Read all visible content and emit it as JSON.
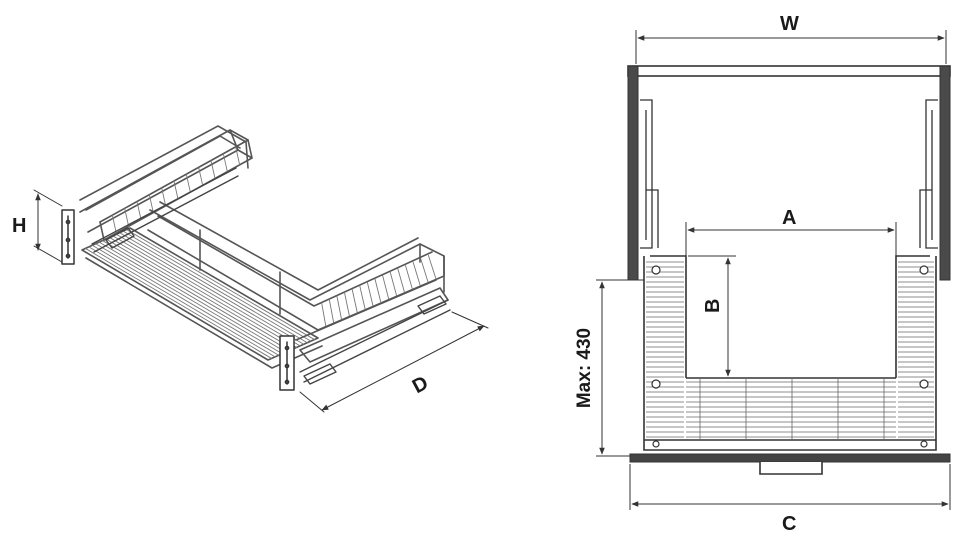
{
  "labels": {
    "H": "H",
    "D": "D",
    "W": "W",
    "A": "A",
    "B": "B",
    "C": "C",
    "max": "Max: 430"
  },
  "colors": {
    "line": "#333333",
    "wire": "#555555",
    "panel": "#444444",
    "background": "#ffffff"
  }
}
